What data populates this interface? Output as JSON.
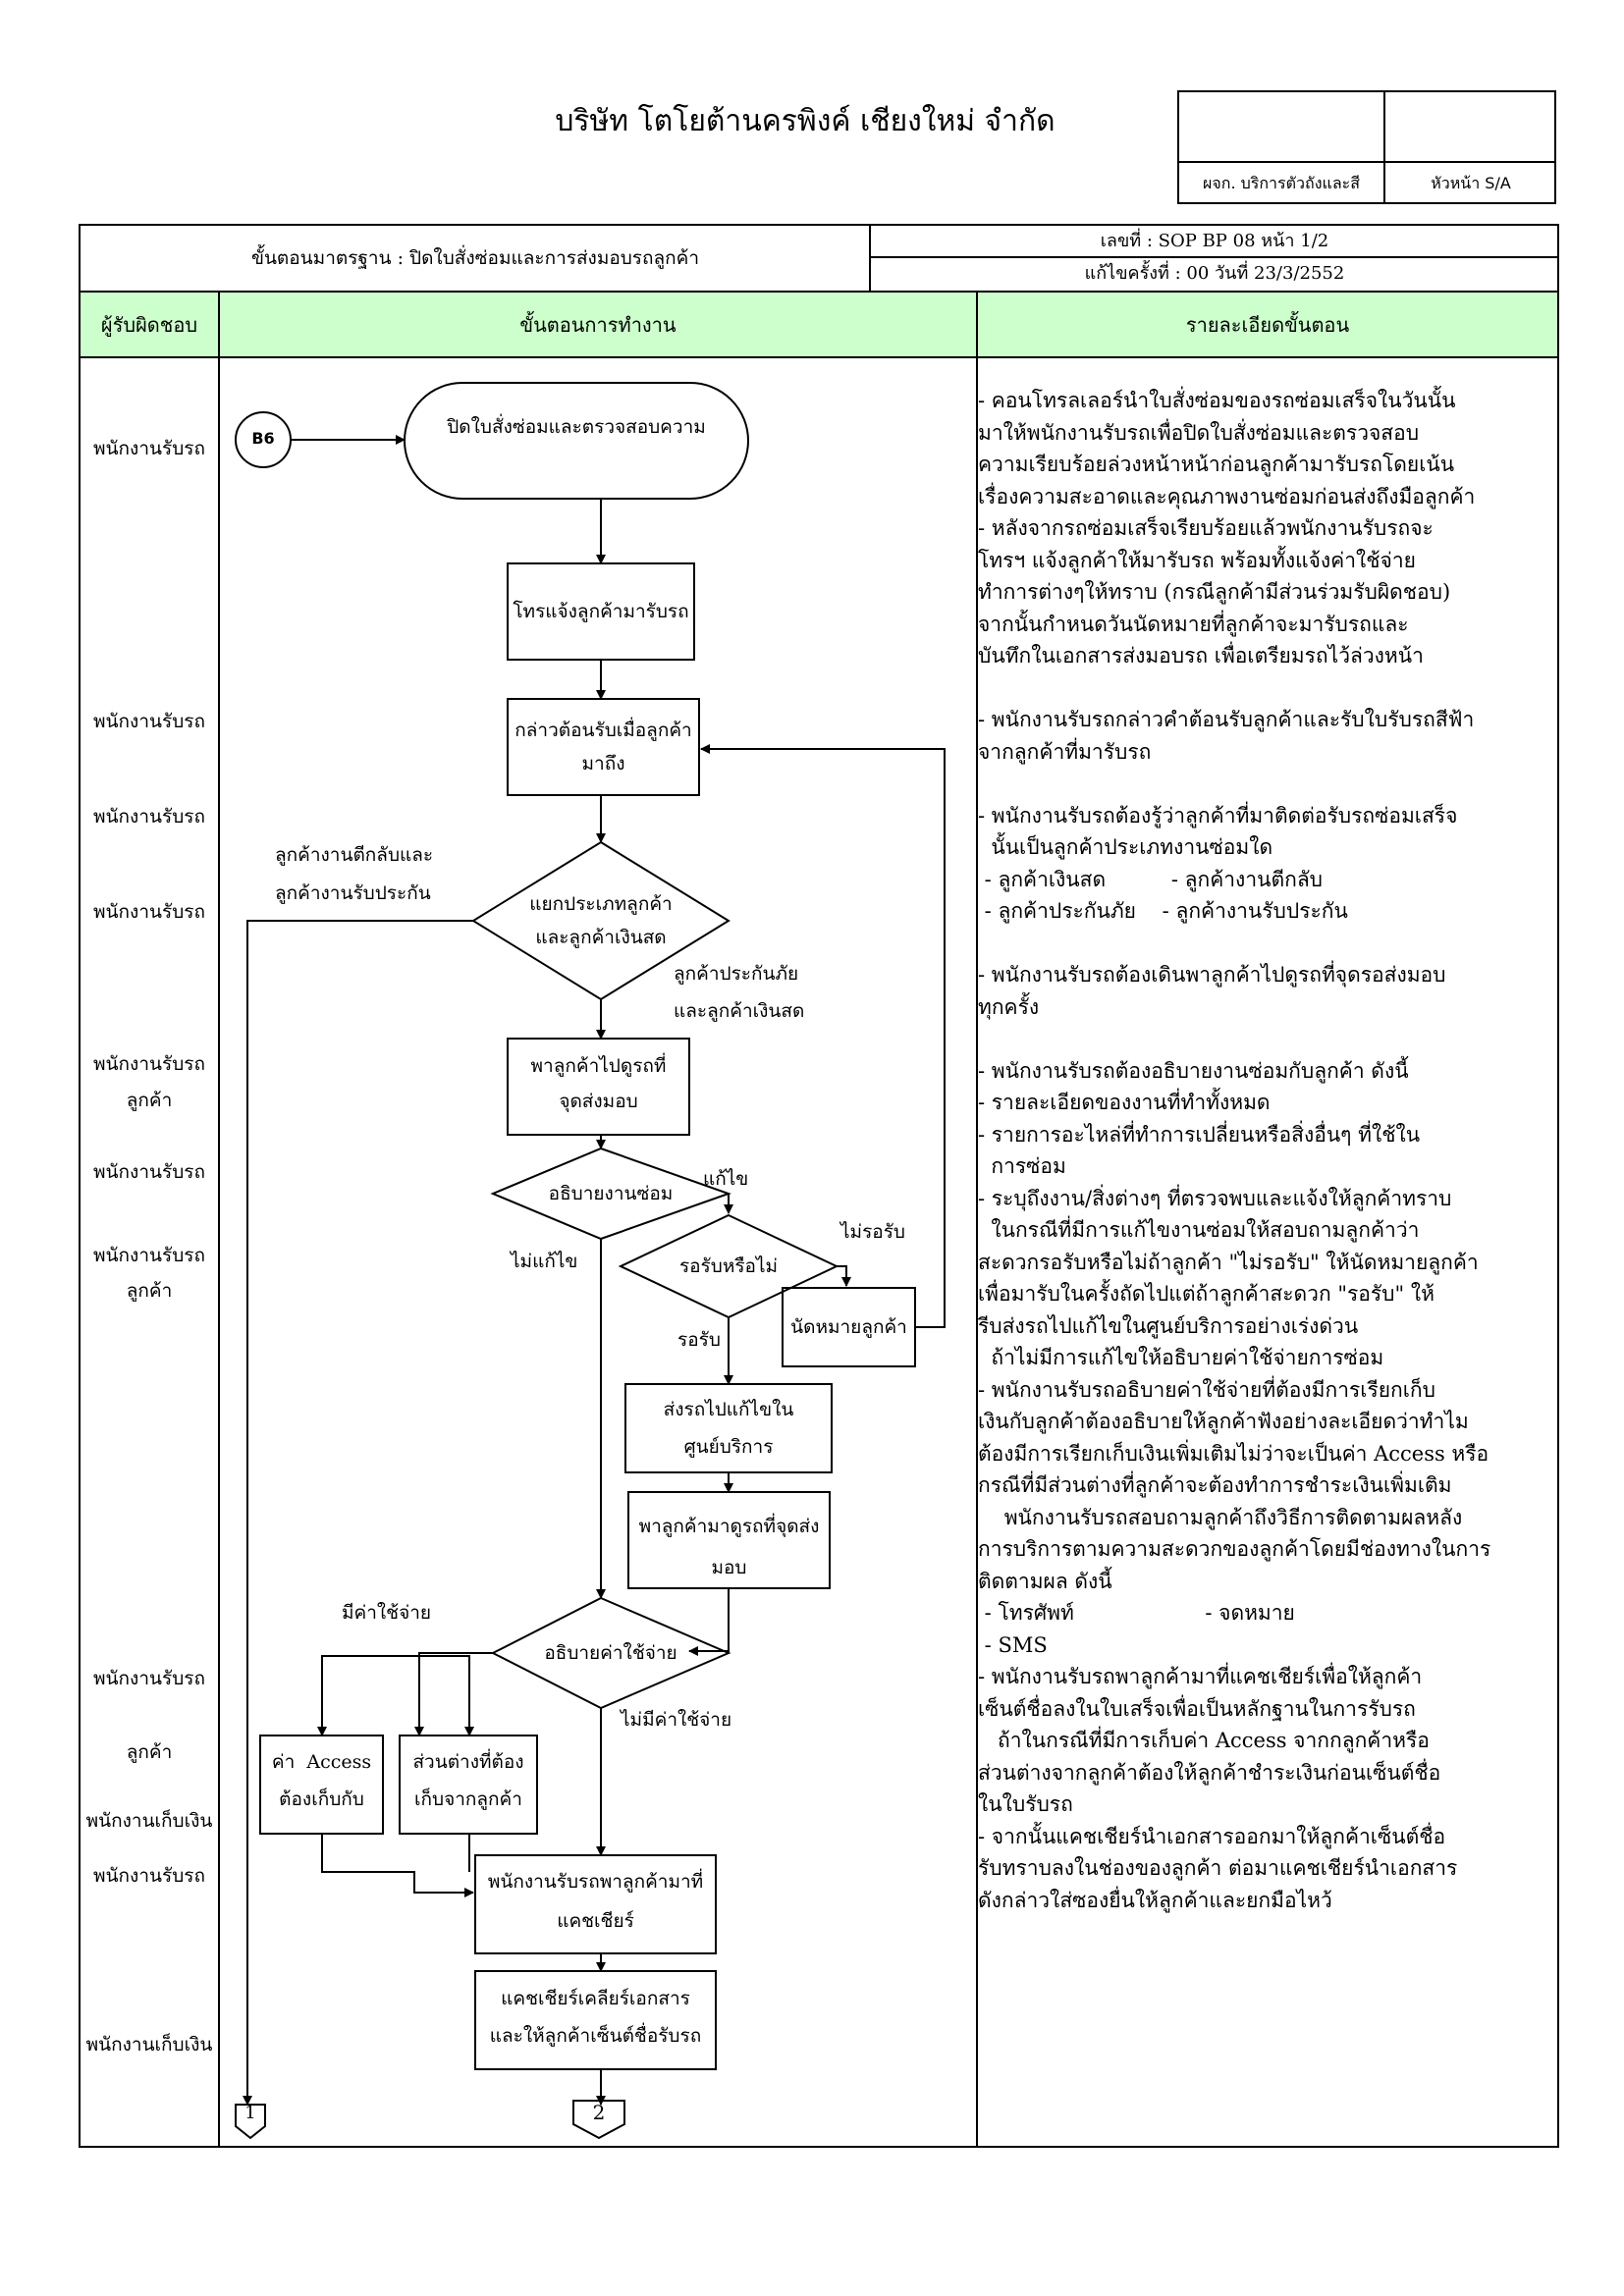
{
  "company": "บริษัท โตโยต้านครพิงค์ เชียงใหม่ จำกัด",
  "signatures": {
    "left": "ผจก. บริการตัวถังและสี",
    "right": "หัวหน้า S/A"
  },
  "header": {
    "title": "ขั้นตอนมาตรฐาน : ปิดใบสั่งซ่อมและการส่งมอบรถลูกค้า",
    "doc_no": "เลขที่ : SOP BP 08    หน้า 1/2",
    "revision": "แก้ไขครั้งที่ : 00     วันที่ 23/3/2552"
  },
  "columns": {
    "responsible": "ผู้รับผิดชอบ",
    "process": "ขั้นตอนการทำงาน",
    "details": "รายละเอียดขั้นตอน"
  },
  "responsible": [
    "พนักงานรับรถ",
    "พนักงานรับรถ",
    "พนักงานรับรถ",
    "พนักงานรับรถ",
    "พนักงานรับรถ",
    "ลูกค้า",
    "พนักงานรับรถ",
    "พนักงานรับรถ",
    "ลูกค้า",
    "พนักงานรับรถ",
    "ลูกค้า",
    "พนักงานเก็บเงิน",
    "พนักงานรับรถ",
    "พนักงานเก็บเงิน"
  ],
  "flow": {
    "start_connector": "B6",
    "start": "ปิดใบสั่งซ่อมและตรวจสอบความ",
    "call": "โทรแจ้งลูกค้ามารับรถ",
    "greet_1": "กล่าวต้อนรับเมื่อลูกค้า",
    "greet_2": "มาถึง",
    "classify_1": "แยกประเภทลูกค้า",
    "classify_2": "และลูกค้าเงินสด",
    "label_left_1": "ลูกค้างานตีกลับและ",
    "label_left_2": "ลูกค้างานรับประกัน",
    "label_right_1": "ลูกค้าประกันภัย",
    "label_right_2": "และลูกค้าเงินสด",
    "take_1": "พาลูกค้าไปดูรถที่",
    "take_2": "จุดส่งมอบ",
    "explain": "อธิบายงานซ่อม",
    "fix": "แก้ไข",
    "nofix": "ไม่แก้ไข",
    "wait_q": "รอรับหรือไม่",
    "not_wait": "ไม่รอรับ",
    "appoint": "นัดหมายลูกค้า",
    "wait": "รอรับ",
    "send_1": "ส่งรถไปแก้ไขใน",
    "send_2": "ศูนย์บริการ",
    "bring_1": "พาลูกค้ามาดูรถที่จุดส่ง",
    "bring_2": "มอบ",
    "cost": "อธิบายค่าใช้จ่าย",
    "has_cost": "มีค่าใช้จ่าย",
    "no_cost": "ไม่มีค่าใช้จ่าย",
    "access_1": "ค่า  Access",
    "access_2": "ต้องเก็บกับ",
    "diff_1": "ส่วนต่างที่ต้อง",
    "diff_2": "เก็บจากลูกค้า",
    "cashier_1": "พนักงานรับรถพาลูกค้ามาที่",
    "cashier_2": "แคชเชียร์",
    "clear_1": "แคชเชียร์เคลียร์เอกสาร",
    "clear_2": "และให้ลูกค้าเซ็นต์ชื่อรับรถ",
    "end_1": "1",
    "end_2": "2"
  },
  "details": [
    "- คอนโทรลเลอร์นำใบสั่งซ่อมของรถซ่อมเสร็จในวันนั้น",
    "มาให้พนักงานรับรถเพื่อปิดใบสั่งซ่อมและตรวจสอบ",
    "ความเรียบร้อยล่วงหน้าหน้าก่อนลูกค้ามารับรถโดยเน้น",
    "เรื่องความสะอาดและคุณภาพงานซ่อมก่อนส่งถึงมือลูกค้า",
    "- หลังจากรถซ่อมเสร็จเรียบร้อยแล้วพนักงานรับรถจะ",
    "โทรฯ แจ้งลูกค้าให้มารับรถ พร้อมทั้งแจ้งค่าใช้จ่าย",
    "ทำการต่างๆให้ทราบ (กรณีลูกค้ามีส่วนร่วมรับผิดชอบ)",
    "จากนั้นกำหนดวันนัดหมายที่ลูกค้าจะมารับรถและ",
    "บันทึกในเอกสารส่งมอบรถ เพื่อเตรียมรถไว้ล่วงหน้า",
    "",
    "- พนักงานรับรถกล่าวคำต้อนรับลูกค้าและรับใบรับรถสีฟ้า",
    "จากลูกค้าที่มารับรถ",
    "",
    "- พนักงานรับรถต้องรู้ว่าลูกค้าที่มาติดต่อรับรถซ่อมเสร็จ",
    "  นั้นเป็นลูกค้าประเภทงานซ่อมใด",
    " - ลูกค้าเงินสด          - ลูกค้างานตีกลับ",
    " - ลูกค้าประกันภัย    - ลูกค้างานรับประกัน",
    "",
    "- พนักงานรับรถต้องเดินพาลูกค้าไปดูรถที่จุดรอส่งมอบ",
    "ทุกครั้ง",
    "",
    "- พนักงานรับรถต้องอธิบายงานซ่อมกับลูกค้า ดังนี้",
    "- รายละเอียดของงานที่ทำทั้งหมด",
    "- รายการอะไหล่ที่ทำการเปลี่ยนหรือสิ่งอื่นๆ ที่ใช้ใน",
    "  การซ่อม",
    "- ระบุถึงงาน/สิ่งต่างๆ ที่ตรวจพบและแจ้งให้ลูกค้าทราบ",
    "  ในกรณีที่มีการแก้ไขงานซ่อมให้สอบถามลูกค้าว่า",
    "สะดวกรอรับหรือไม่ถ้าลูกค้า \"ไม่รอรับ\" ให้นัดหมายลูกค้า",
    "เพื่อมารับในครั้งถัดไปแต่ถ้าลูกค้าสะดวก \"รอรับ\" ให้",
    "รีบส่งรถไปแก้ไขในศูนย์บริการอย่างเร่งด่วน",
    "  ถ้าไม่มีการแก้ไขให้อธิบายค่าใช้จ่ายการซ่อม",
    "- พนักงานรับรถอธิบายค่าใช้จ่ายที่ต้องมีการเรียกเก็บ",
    "เงินกับลูกค้าต้องอธิบายให้ลูกค้าฟังอย่างละเอียดว่าทำไม",
    "ต้องมีการเรียกเก็บเงินเพิ่มเติมไม่ว่าจะเป็นค่า Access หรือ",
    "กรณีที่มีส่วนต่างที่ลูกค้าจะต้องทำการชำระเงินเพิ่มเติม",
    "    พนักงานรับรถสอบถามลูกค้าถึงวิธีการติดตามผลหลัง",
    "การบริการตามความสะดวกของลูกค้าโดยมีช่องทางในการ",
    "ติดตามผล ดังนี้",
    " - โทรศัพท์                    - จดหมาย",
    " - SMS",
    "- พนักงานรับรถพาลูกค้ามาที่แคชเชียร์เพื่อให้ลูกค้า",
    "เซ็นต์ชื่อลงในใบเสร็จเพื่อเป็นหลักฐานในการรับรถ",
    "   ถ้าในกรณีที่มีการเก็บค่า Access จากกลูกค้าหรือ",
    "ส่วนต่างจากลูกค้าต้องให้ลูกค้าชำระเงินก่อนเซ็นต์ชื่อ",
    "ในใบรับรถ",
    "- จากนั้นแคชเชียร์นำเอกสารออกมาให้ลูกค้าเซ็นต์ชื่อ",
    "รับทราบลงในช่องของลูกค้า ต่อมาแคชเชียร์นำเอกสาร",
    "ดังกล่าวใส่ซองยื่นให้ลูกค้าและยกมือไหว้"
  ]
}
